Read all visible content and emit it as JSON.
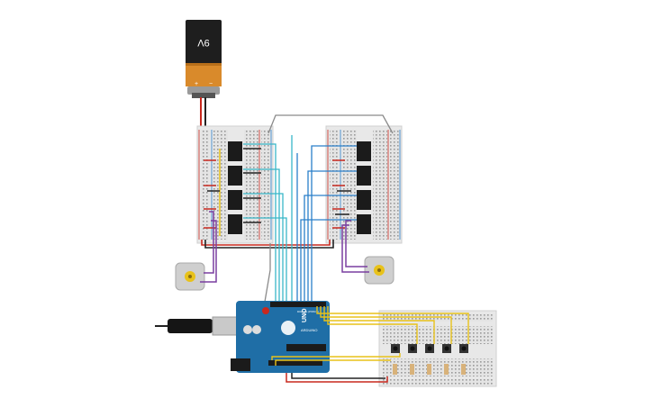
{
  "battery": {
    "label": "9V",
    "plus": "+",
    "minus": "−"
  },
  "arduino": {
    "brand": "UNO",
    "subtitle": "ARDUINO",
    "digital_label": "DIGITAL (PWM ~)"
  },
  "breadboards": {
    "left_ics": 4,
    "right_ics": 4
  },
  "motors": {
    "count": 2
  },
  "buttons": {
    "count": 5
  },
  "colors": {
    "board_bg": "#e6e6e6",
    "arduino": "#1f6ea6",
    "battery_top": "#202020",
    "battery_bottom": "#d98a2b",
    "wire_cyan": "#38b6c8",
    "wire_blue": "#2a7fc9",
    "wire_yellow": "#e8c21a",
    "wire_red": "#c8281e",
    "wire_black": "#222222",
    "wire_purple": "#7a3ea0",
    "wire_gray": "#8a8a8a"
  }
}
